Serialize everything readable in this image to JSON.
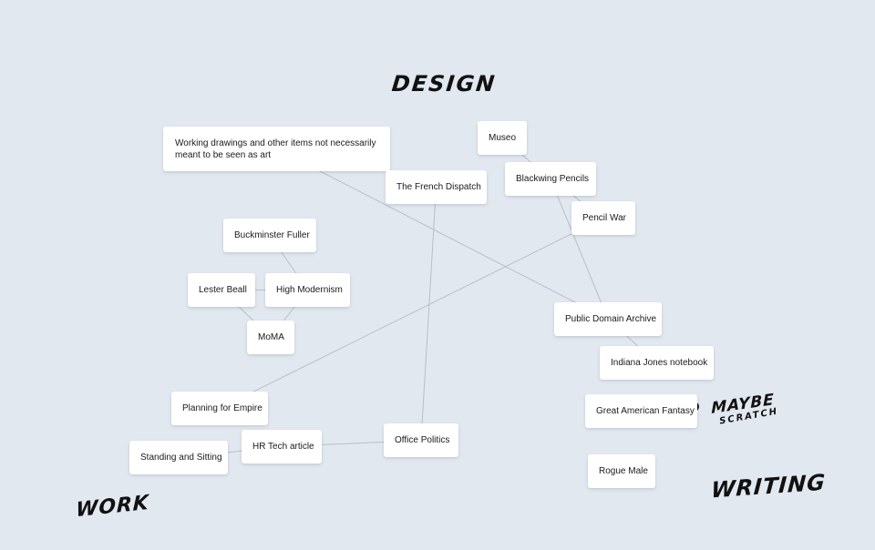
{
  "section_labels": {
    "design": "DESIGN",
    "work": "WORK",
    "writing": "WRITING",
    "maybe": "MAYBE",
    "scratch": "SCRATCH",
    "question_mark": "?"
  },
  "cards": {
    "working_drawings": "Working drawings and other items not necessarily meant to be seen as art",
    "museo": "Museo",
    "french_dispatch": "The French Dispatch",
    "blackwing_pencils": "Blackwing Pencils",
    "pencil_war": "Pencil War",
    "buckminster_fuller": "Buckminster Fuller",
    "lester_beall": "Lester Beall",
    "high_modernism": "High Modernism",
    "moma": "MoMA",
    "public_domain_archive": "Public Domain Archive",
    "indiana_jones_notebook": "Indiana Jones notebook",
    "great_american_fantasy": "Great American Fantasy",
    "planning_for_empire": "Planning for Empire",
    "hr_tech_article": "HR Tech article",
    "office_politics": "Office Politics",
    "standing_and_sitting": "Standing and Sitting",
    "rogue_male": "Rogue Male"
  },
  "connections": [
    [
      "working_drawings",
      "public_domain_archive"
    ],
    [
      "museo",
      "blackwing_pencils"
    ],
    [
      "blackwing_pencils",
      "pencil_war"
    ],
    [
      "blackwing_pencils",
      "public_domain_archive"
    ],
    [
      "pencil_war",
      "planning_for_empire"
    ],
    [
      "french_dispatch",
      "office_politics"
    ],
    [
      "buckminster_fuller",
      "high_modernism"
    ],
    [
      "lester_beall",
      "high_modernism"
    ],
    [
      "lester_beall",
      "moma"
    ],
    [
      "high_modernism",
      "moma"
    ],
    [
      "public_domain_archive",
      "indiana_jones_notebook"
    ],
    [
      "standing_and_sitting",
      "hr_tech_article"
    ],
    [
      "hr_tech_article",
      "office_politics"
    ]
  ],
  "colors": {
    "background": "#e2e8f0",
    "card": "#ffffff",
    "edge": "#b8bfc9",
    "text": "#1a1a1a"
  }
}
